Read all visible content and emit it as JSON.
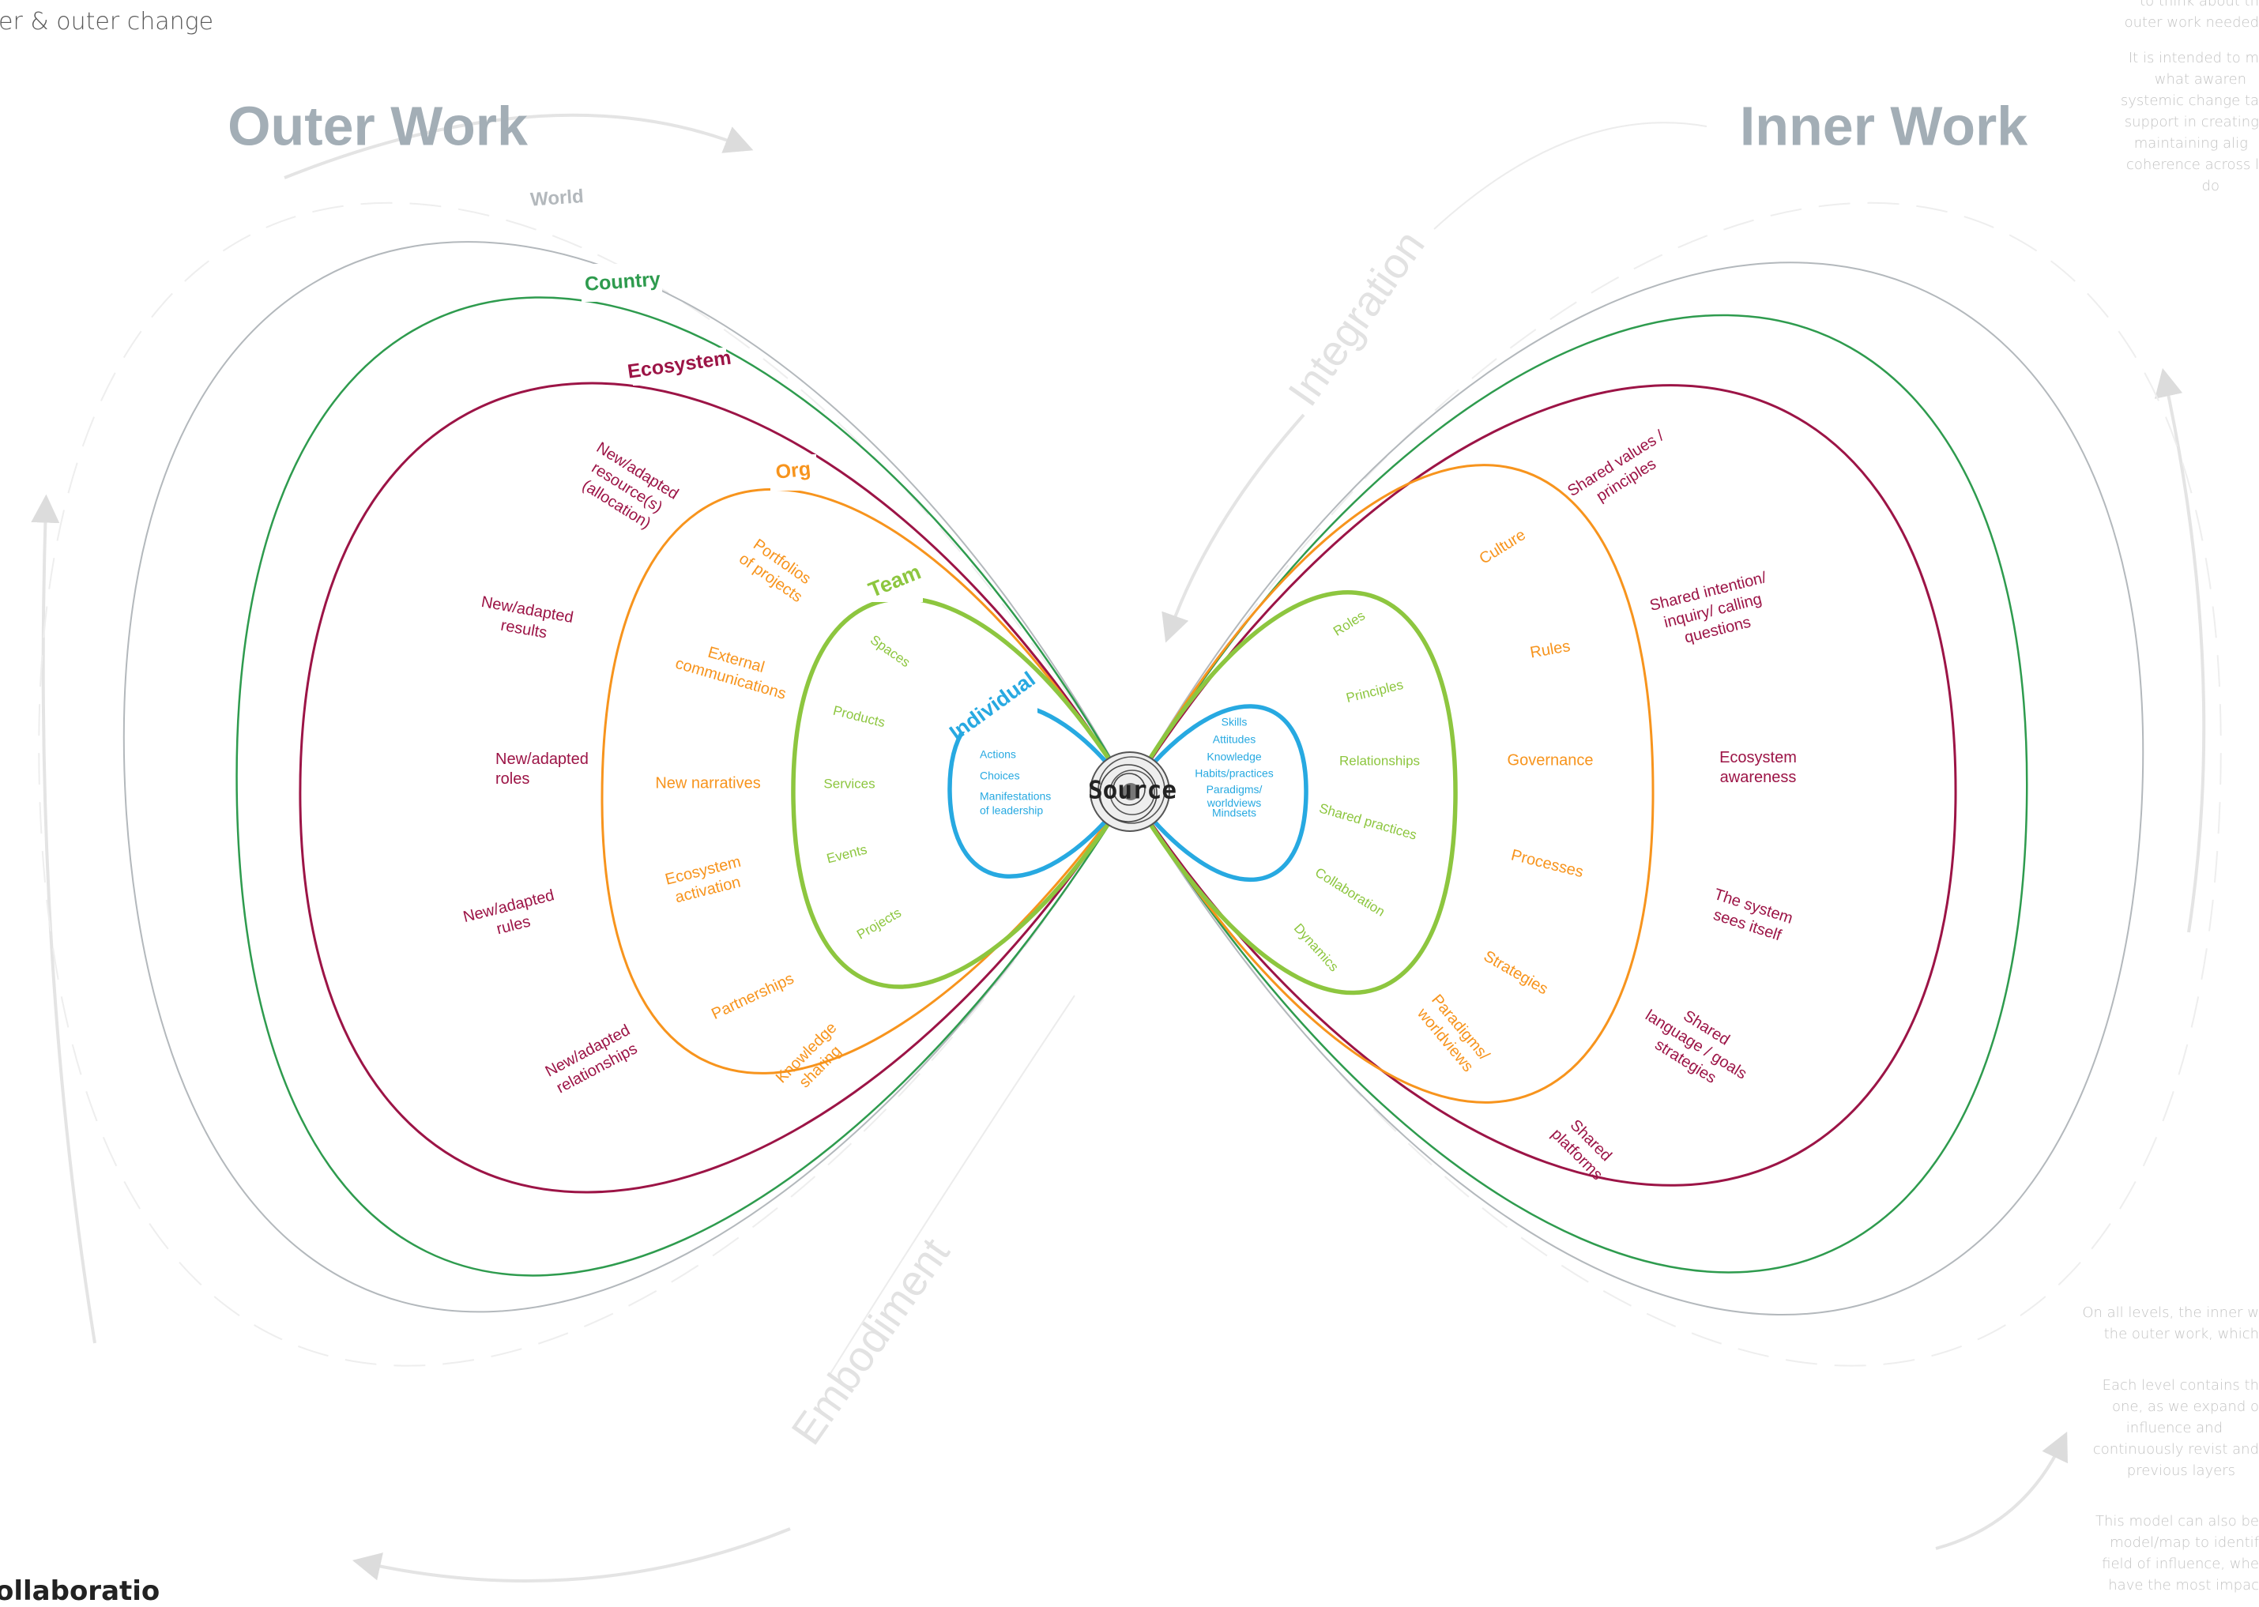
{
  "header": {
    "subtitle": "er & outer change"
  },
  "footer": {
    "title_fragment": "ollaboratio"
  },
  "titles": {
    "outer": "Outer Work",
    "inner": "Inner Work"
  },
  "flows": {
    "integration": "Integration",
    "embodiment": "Embodiment"
  },
  "center": {
    "label": "Source"
  },
  "levels": {
    "world": "World",
    "country": "Country",
    "ecosystem": "Ecosystem",
    "org": "Org",
    "team": "Team",
    "individual": "Individual"
  },
  "outer": {
    "ecosystem": [
      "New/adapted resource(s) (allocation)",
      "New/adapted results",
      "New/adapted roles",
      "New/adapted rules",
      "New/adapted relationships"
    ],
    "org": [
      "Portfolios of projects",
      "External communications",
      "New narratives",
      "Ecosystem activation",
      "Partnerships",
      "Knowledge sharing"
    ],
    "team": [
      "Spaces",
      "Products",
      "Services",
      "Events",
      "Projects"
    ],
    "individual": [
      "Actions",
      "Choices",
      "Manifestations of leadership"
    ]
  },
  "inner": {
    "individual": [
      "Skills",
      "Attitudes",
      "Knowledge",
      "Habits/practices",
      "Paradigms/ worldviews",
      "Mindsets"
    ],
    "team": [
      "Roles",
      "Principles",
      "Relationships",
      "Shared practices",
      "Collaboration",
      "Dynamics"
    ],
    "org": [
      "Culture",
      "Rules",
      "Governance",
      "Processes",
      "Strategies",
      "Paradigms/ worldviews"
    ],
    "ecosystem": [
      "Shared values / principles",
      "Shared intention/ inquiry/ calling questions",
      "Ecosystem awareness",
      "The system sees itself",
      "Shared language / goals strategies",
      "Shared platforms"
    ]
  },
  "sidebar": {
    "top": [
      "to think about th",
      "outer work needed"
    ],
    "intro": [
      "It is intended to m",
      "what awaren",
      "systemic change ta",
      "support in creating",
      "maintaining alig",
      "coherence across l",
      "do"
    ],
    "bottom1": [
      "On all levels, the inner w",
      "the outer work, which"
    ],
    "bottom2": [
      "Each level contains th",
      "one, as we expand o",
      "influence and",
      "continuously revist and",
      "previous layers"
    ],
    "bottom3": [
      "This model can also be",
      "model/map to identif",
      "field of influence, whe",
      "have the most impac"
    ]
  },
  "colors": {
    "world": "#b3b8bc",
    "country": "#2e9b4e",
    "ecosystem": "#9c1446",
    "org": "#f7941d",
    "team": "#8dc63f",
    "individual": "#27a9e1",
    "title": "#a3aeb6",
    "faint": "#e2e2e2",
    "sidebar": "#c4c4c4"
  }
}
